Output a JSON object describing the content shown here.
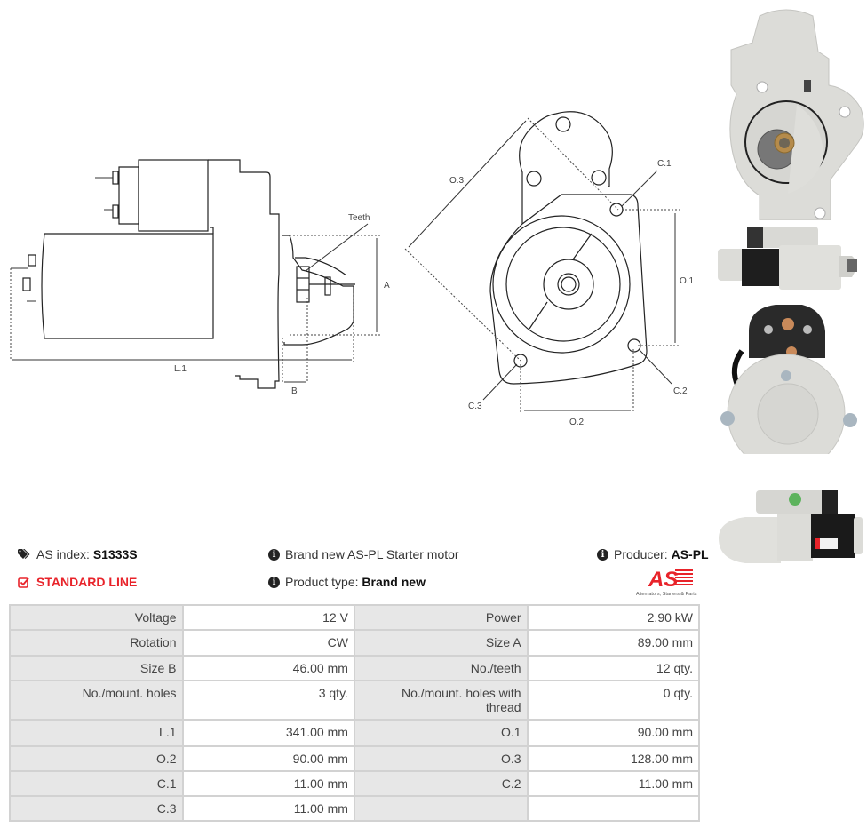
{
  "drawings": {
    "side_view": {
      "labels": {
        "teeth": "Teeth",
        "a": "A",
        "l1": "L.1",
        "b": "B"
      }
    },
    "front_view": {
      "labels": {
        "o3": "O.3",
        "c1": "C.1",
        "o1": "O.1",
        "c2": "C.2",
        "c3": "C.3",
        "o2": "O.2"
      }
    }
  },
  "gallery": {
    "images": [
      {
        "name": "front-photo",
        "alt": "Starter motor front view"
      },
      {
        "name": "side-photo",
        "alt": "Starter motor side view"
      },
      {
        "name": "rear-photo",
        "alt": "Starter motor rear view"
      },
      {
        "name": "side-photo-2",
        "alt": "Starter motor side view 2"
      }
    ]
  },
  "product": {
    "as_index_label": "AS index:",
    "as_index_value": "S1333S",
    "line_label": "STANDARD LINE",
    "description": "Brand new AS-PL Starter motor",
    "product_type_label": "Product type:",
    "product_type_value": "Brand new",
    "producer_label": "Producer:",
    "producer_value": "AS-PL",
    "logo_text": "AS",
    "logo_tagline": "Alternators, Starters & Parts"
  },
  "colors": {
    "accent_red": "#e8232a",
    "label_cell_bg": "#e7e7e7",
    "border": "#d2d2d2"
  },
  "specs": {
    "rows": [
      {
        "l1": "Voltage",
        "v1": "12 V",
        "l2": "Power",
        "v2": "2.90 kW"
      },
      {
        "l1": "Rotation",
        "v1": "CW",
        "l2": "Size A",
        "v2": "89.00 mm"
      },
      {
        "l1": "Size B",
        "v1": "46.00 mm",
        "l2": "No./teeth",
        "v2": "12 qty."
      },
      {
        "l1": "No./mount. holes",
        "v1": "3 qty.",
        "l2": "No./mount. holes with thread",
        "v2": "0 qty."
      },
      {
        "l1": "L.1",
        "v1": "341.00 mm",
        "l2": "O.1",
        "v2": "90.00 mm"
      },
      {
        "l1": "O.2",
        "v1": "90.00 mm",
        "l2": "O.3",
        "v2": "128.00 mm"
      },
      {
        "l1": "C.1",
        "v1": "11.00 mm",
        "l2": "C.2",
        "v2": "11.00 mm"
      },
      {
        "l1": "C.3",
        "v1": "11.00 mm",
        "l2": "",
        "v2": ""
      }
    ]
  }
}
